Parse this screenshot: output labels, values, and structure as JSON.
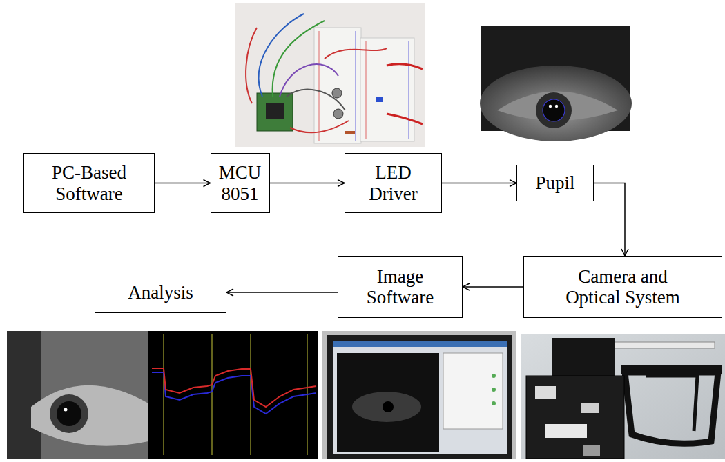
{
  "diagram": {
    "nodes": [
      {
        "text": [
          "PC-Based Software"
        ]
      },
      {
        "text": [
          "MCU 8051"
        ]
      },
      {
        "text": [
          "LED Driver"
        ]
      },
      {
        "text": [
          "Pupil"
        ]
      },
      {
        "text": [
          "Camera and Optical System"
        ]
      },
      {
        "text": [
          "Image Software"
        ]
      },
      {
        "text": [
          "Analysis"
        ]
      }
    ],
    "edges": [
      {
        "from": 0,
        "to": 1,
        "arrow": "to"
      },
      {
        "from": 1,
        "to": 2,
        "arrow": "to"
      },
      {
        "from": 2,
        "to": 3,
        "arrow": "to"
      },
      {
        "from": 3,
        "to": 4,
        "arrow": "to"
      },
      {
        "from": 4,
        "to": 5,
        "arrow": "to"
      },
      {
        "from": 5,
        "to": 6,
        "arrow": "to"
      }
    ]
  }
}
